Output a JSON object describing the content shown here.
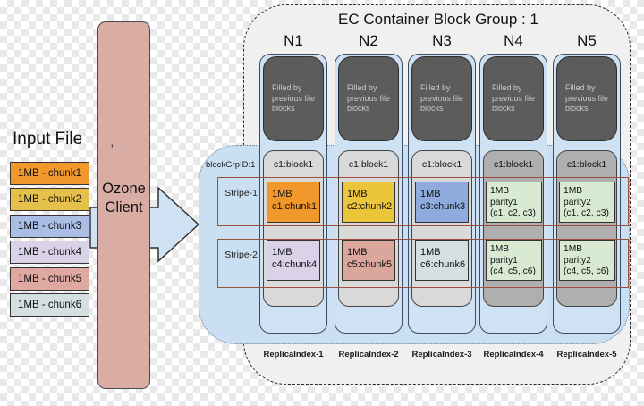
{
  "input_file": {
    "title": "Input File",
    "chunks": [
      {
        "label": "1MB - chunk1",
        "color": "#f0982b"
      },
      {
        "label": "1MB - chunk2",
        "color": "#e5c04a"
      },
      {
        "label": "1MB - chunk3",
        "color": "#a9bde5"
      },
      {
        "label": "1MB - chunk4",
        "color": "#d9d2e9"
      },
      {
        "label": "1MB - chunk5",
        "color": "#dfa8a0"
      },
      {
        "label": "1MB - chunk6",
        "color": "#d3dfe1"
      }
    ]
  },
  "client": {
    "label": "Ozone\nClient",
    "mark": "'",
    "color": "#d9ada4"
  },
  "ec_group": {
    "title": "EC Container Block Group : 1",
    "block_grp_label": "blockGrpID:1",
    "stripes": [
      {
        "label": "Stripe-1"
      },
      {
        "label": "Stripe-2"
      }
    ],
    "nodes": [
      {
        "name": "N1",
        "replica": "ReplicaIndex-1",
        "filled_note": "Filled by previous file blocks",
        "block_header": "c1:block1",
        "block_color": "#d9d9d9",
        "stripe1": {
          "lines": [
            "1MB",
            "c1:chunk1"
          ],
          "color": "#f0982b"
        },
        "stripe2": {
          "lines": [
            "1MB",
            "c4:chunk4"
          ],
          "color": "#d9d2e9"
        }
      },
      {
        "name": "N2",
        "replica": "ReplicaIndex-2",
        "filled_note": "Filled by previous file blocks",
        "block_header": "c1:block1",
        "block_color": "#d9d9d9",
        "stripe1": {
          "lines": [
            "1MB",
            "c2:chunk2"
          ],
          "color": "#ecc63a"
        },
        "stripe2": {
          "lines": [
            "1MB",
            "c5:chunk5"
          ],
          "color": "#dba69c"
        }
      },
      {
        "name": "N3",
        "replica": "ReplicaIndex-3",
        "filled_note": "Filled by previous file blocks",
        "block_header": "c1:block1",
        "block_color": "#d9d9d9",
        "stripe1": {
          "lines": [
            "1MB",
            "c3:chunk3"
          ],
          "color": "#8faadc"
        },
        "stripe2": {
          "lines": [
            "1MB",
            "c6:chunk6"
          ],
          "color": "#d3dfe1"
        }
      },
      {
        "name": "N4",
        "replica": "ReplicaIndex-4",
        "filled_note": "Filled by previous file blocks",
        "block_header": "c1:block1",
        "block_color": "#afafaf",
        "stripe1": {
          "lines": [
            "1MB",
            "parity1",
            "(c1, c2, c3)"
          ],
          "color": "#d9ead3"
        },
        "stripe2": {
          "lines": [
            "1MB",
            "parity1",
            "(c4, c5, c6)"
          ],
          "color": "#d9ead3"
        }
      },
      {
        "name": "N5",
        "replica": "ReplicaIndex-5",
        "filled_note": "Filled by previous file blocks",
        "block_header": "c1:block1",
        "block_color": "#afafaf",
        "stripe1": {
          "lines": [
            "1MB",
            "parity2",
            "(c1, c2, c3)"
          ],
          "color": "#d9ead3"
        },
        "stripe2": {
          "lines": [
            "1MB",
            "parity2",
            "(c4, c5, c6)"
          ],
          "color": "#d9ead3"
        }
      }
    ]
  }
}
